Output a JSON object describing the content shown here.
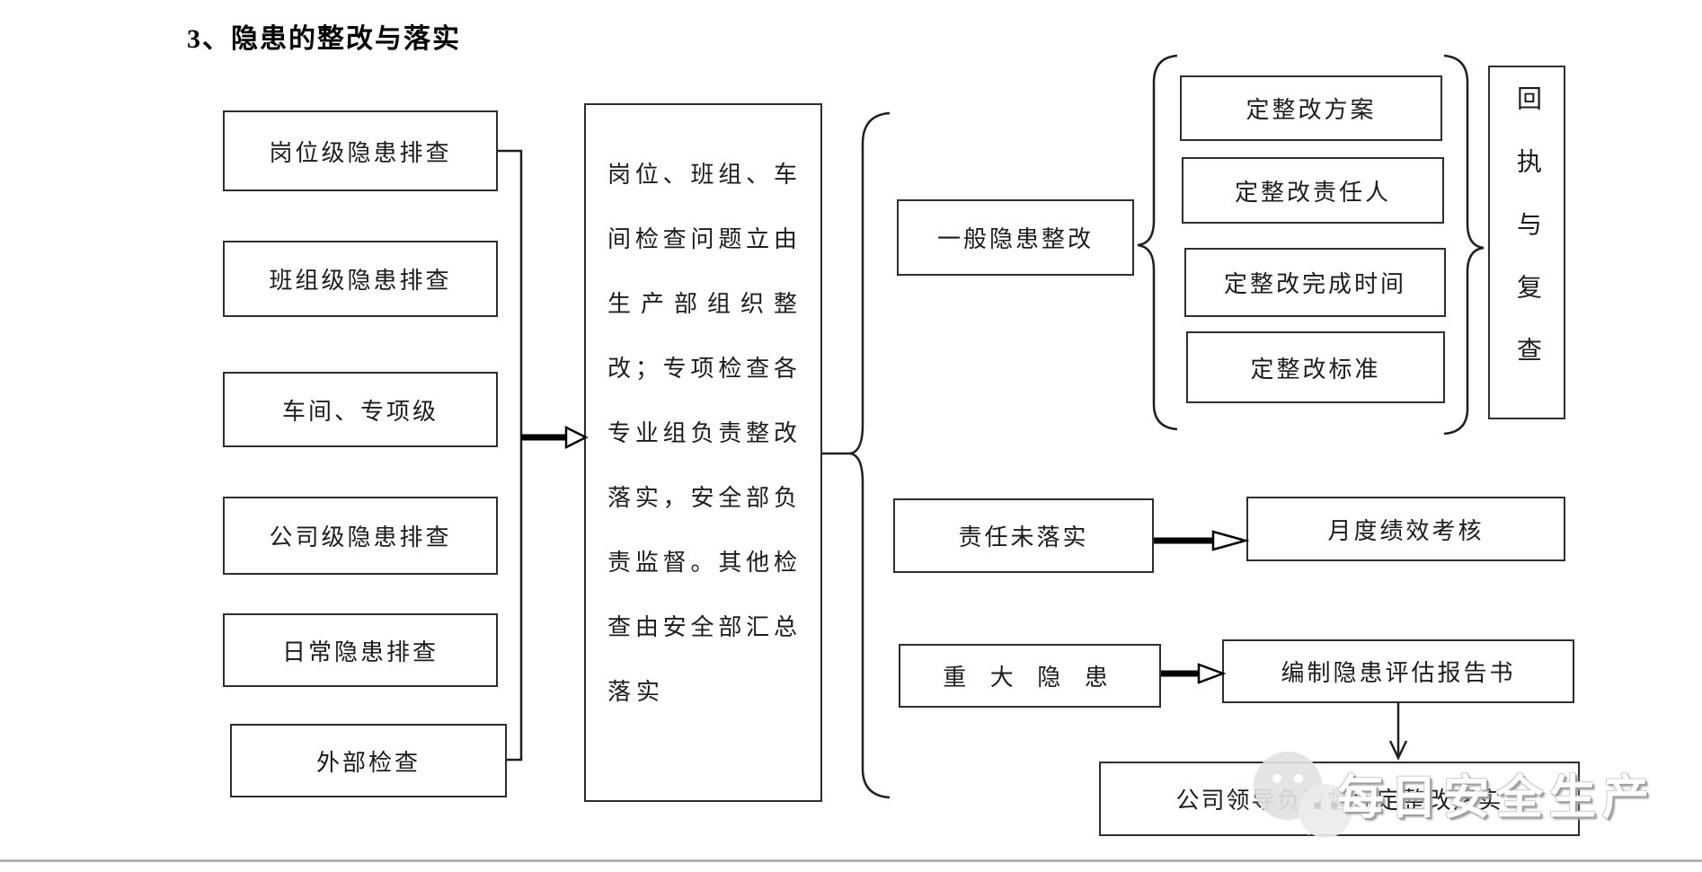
{
  "title": "3、隐患的整改与落实",
  "left_boxes": [
    "岗位级隐患排查",
    "班组级隐患排查",
    "车间、专项级",
    "公司级隐患排查",
    "日常隐患排查",
    "外部检查"
  ],
  "center_box": {
    "lines": [
      "岗位、班组、车",
      "间检查问题立由",
      "生产部组织整",
      "改；专项检查各",
      "专业组负责整改",
      "落实，安全部负",
      "责监督。其他检",
      "查由安全部汇总",
      "落实"
    ]
  },
  "general_flow": {
    "source": "一般隐患整改",
    "items": [
      "定整改方案",
      "定整改责任人",
      "定整改完成时间",
      "定整改标准"
    ],
    "result": "回执与复查"
  },
  "unfulfilled_flow": {
    "source": "责任未落实",
    "target": "月度绩效考核"
  },
  "major_flow": {
    "source": "重 大 隐 患",
    "target": "编制隐患评估报告书",
    "final": "公司领导负责督促定整改落实"
  },
  "watermark": {
    "text": "每日安全生产",
    "icon": "wechat-icon"
  },
  "colors": {
    "line": "#1f1f1f",
    "box_border": "#2e2e2e",
    "watermark_shadow": "#9e9e9e"
  }
}
